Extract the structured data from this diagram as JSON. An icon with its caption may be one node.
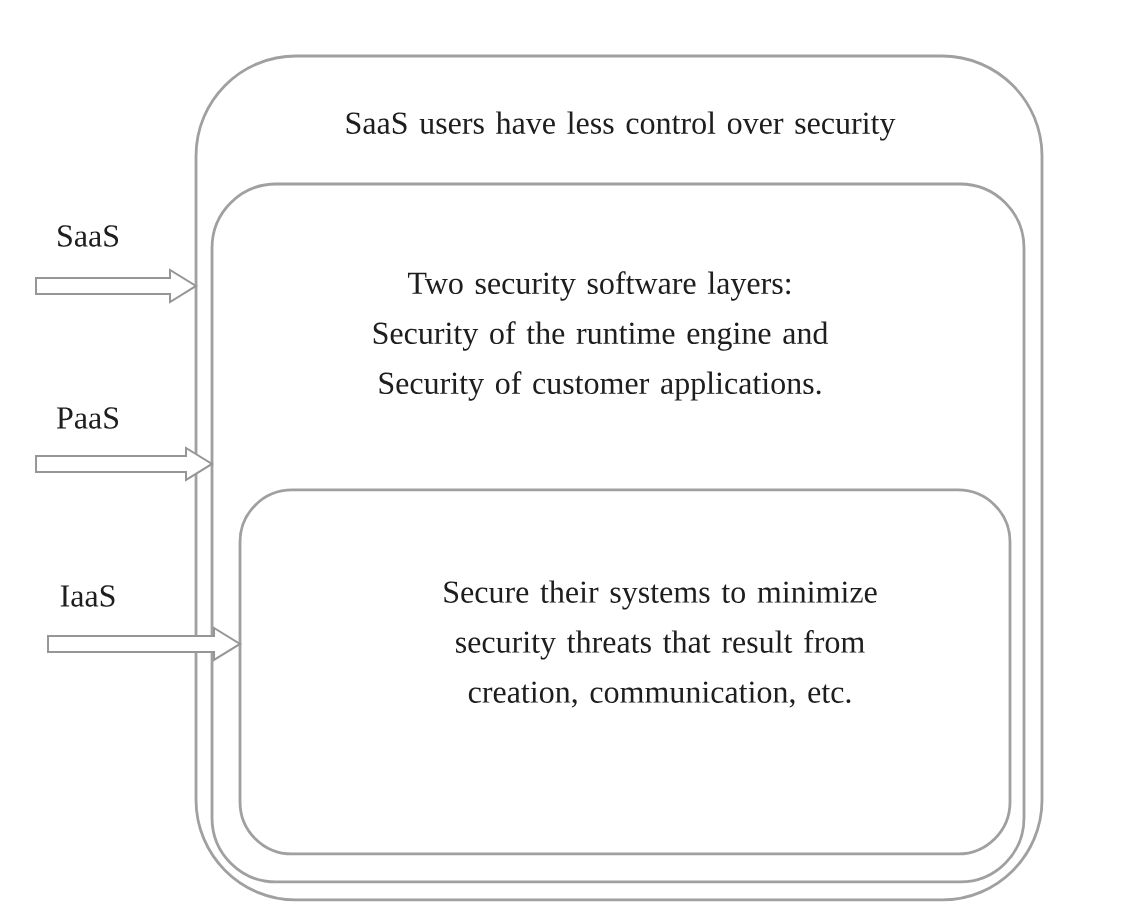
{
  "diagram": {
    "nodes": [
      {
        "text": [
          "SaaS users have less control over security"
        ]
      },
      {
        "text": [
          "Two security software layers: Security of the runtime engine and Security of customer applications."
        ],
        "in": 0
      },
      {
        "text": [
          "Secure their systems to minimize security threats that result from creation, communication, etc."
        ],
        "in": 1
      },
      {
        "text": [
          "SaaS"
        ]
      },
      {
        "text": [
          "PaaS"
        ]
      },
      {
        "text": [
          "IaaS"
        ]
      }
    ],
    "edges": [
      {
        "from": 3,
        "to": 0,
        "arrow": "to"
      },
      {
        "from": 4,
        "to": 1,
        "arrow": "to"
      },
      {
        "from": 5,
        "to": 2,
        "arrow": "to"
      }
    ]
  }
}
